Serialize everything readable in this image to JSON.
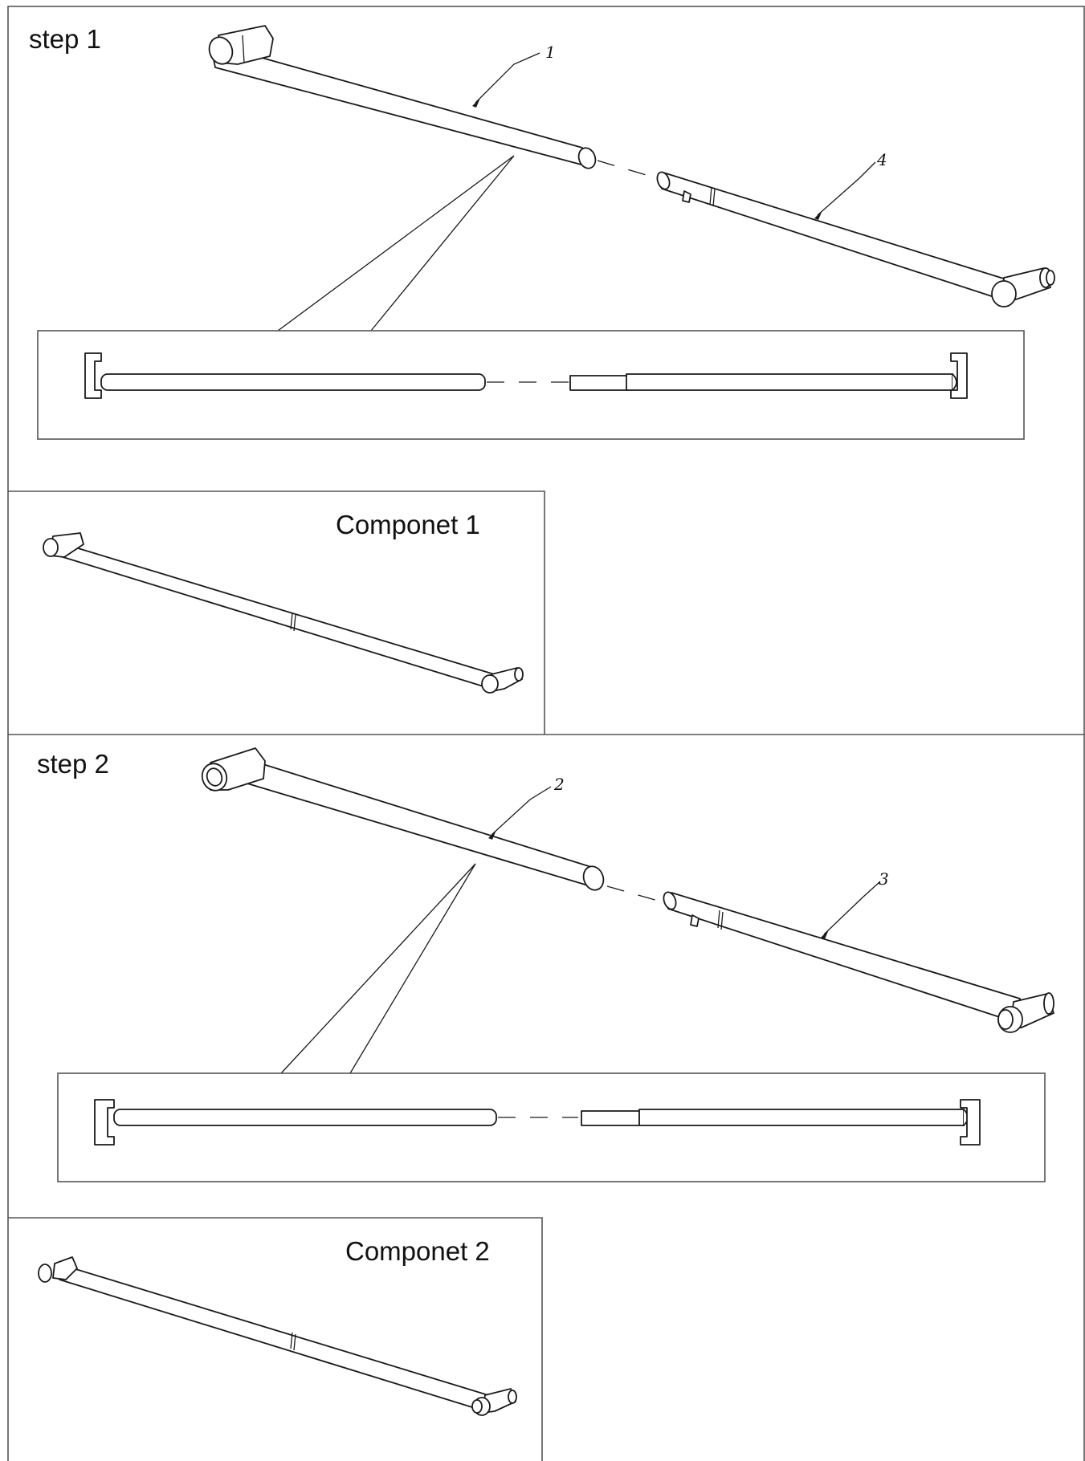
{
  "steps": [
    {
      "title": "step 1",
      "part_left": "1",
      "part_right": "4",
      "result": "Componet 1"
    },
    {
      "title": "step 2",
      "part_left": "2",
      "part_right": "3",
      "result": "Componet 2"
    }
  ],
  "colors": {
    "line": "#1a1a1a",
    "frame": "#555555",
    "background": "#ffffff"
  }
}
